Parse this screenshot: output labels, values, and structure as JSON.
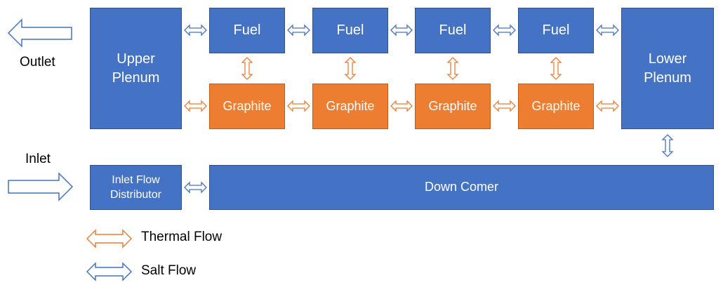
{
  "colors": {
    "salt_flow": "#4472c4",
    "thermal_flow": "#ed7d31",
    "box_blue": "#4472c4",
    "box_orange": "#ed7d31"
  },
  "nodes": {
    "upper_plenum": "Upper\nPlenum",
    "lower_plenum": "Lower\nPlenum",
    "fuel": [
      "Fuel",
      "Fuel",
      "Fuel",
      "Fuel"
    ],
    "graphite": [
      "Graphite",
      "Graphite",
      "Graphite",
      "Graphite"
    ],
    "inlet_flow_distributor": "Inlet Flow\nDistributor",
    "down_comer": "Down Comer"
  },
  "labels": {
    "outlet": "Outlet",
    "inlet": "Inlet"
  },
  "legend": {
    "thermal_flow": "Thermal Flow",
    "salt_flow": "Salt Flow"
  }
}
